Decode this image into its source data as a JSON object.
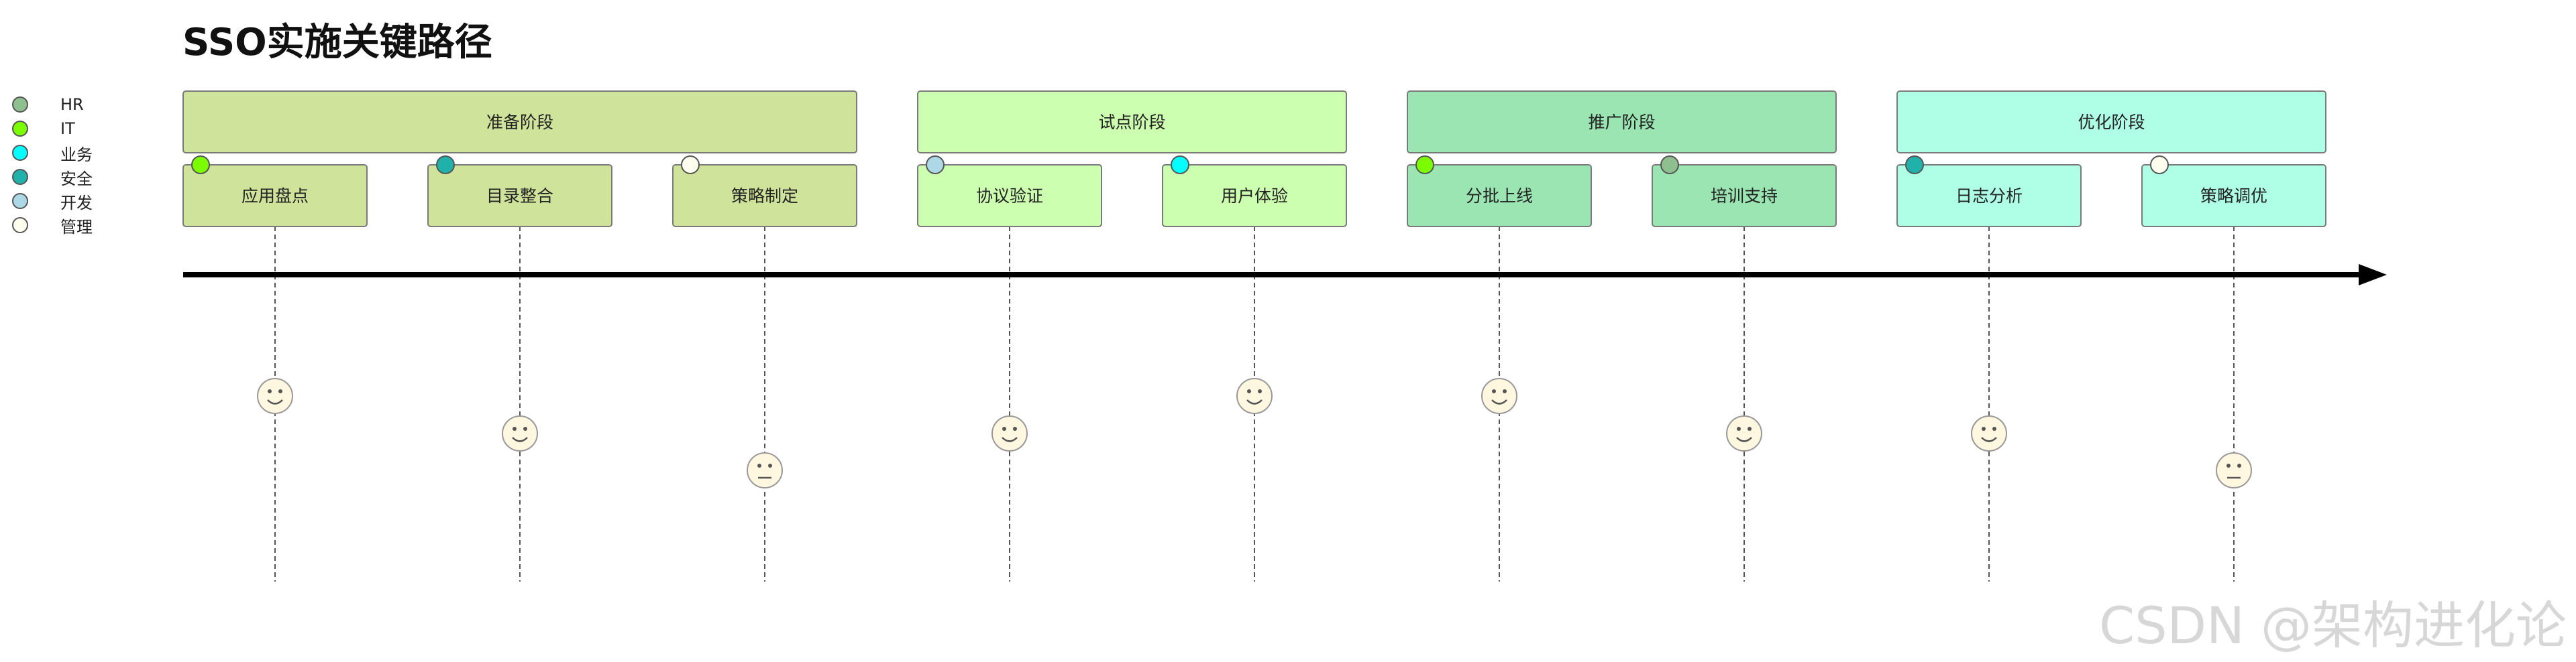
{
  "title": "SSO实施关键路径",
  "legend": [
    {
      "label": "HR",
      "color": "#8fbf8f"
    },
    {
      "label": "IT",
      "color": "#7cfc00"
    },
    {
      "label": "业务",
      "color": "#00ffff"
    },
    {
      "label": "安全",
      "color": "#20b2aa"
    },
    {
      "label": "开发",
      "color": "#add8e6"
    },
    {
      "label": "管理",
      "color": "#fffff0"
    }
  ],
  "sections": [
    {
      "label": "准备阶段",
      "color": "#cfe39b"
    },
    {
      "label": "试点阶段",
      "color": "#ccffb0"
    },
    {
      "label": "推广阶段",
      "color": "#9ae5b2"
    },
    {
      "label": "优化阶段",
      "color": "#aeffe6"
    }
  ],
  "tasks": [
    {
      "label": "应用盘点",
      "section": 0,
      "actor": "IT",
      "mood": "happy",
      "score": 5
    },
    {
      "label": "目录整合",
      "section": 0,
      "actor": "安全",
      "mood": "happy",
      "score": 4
    },
    {
      "label": "策略制定",
      "section": 0,
      "actor": "管理",
      "mood": "neutral",
      "score": 3
    },
    {
      "label": "协议验证",
      "section": 1,
      "actor": "开发",
      "mood": "happy",
      "score": 4
    },
    {
      "label": "用户体验",
      "section": 1,
      "actor": "业务",
      "mood": "happy",
      "score": 5
    },
    {
      "label": "分批上线",
      "section": 2,
      "actor": "IT",
      "mood": "happy",
      "score": 5
    },
    {
      "label": "培训支持",
      "section": 2,
      "actor": "HR",
      "mood": "happy",
      "score": 4
    },
    {
      "label": "日志分析",
      "section": 3,
      "actor": "安全",
      "mood": "happy",
      "score": 4
    },
    {
      "label": "策略调优",
      "section": 3,
      "actor": "管理",
      "mood": "neutral",
      "score": 3
    }
  ],
  "watermark": "CSDN @架构进化论"
}
